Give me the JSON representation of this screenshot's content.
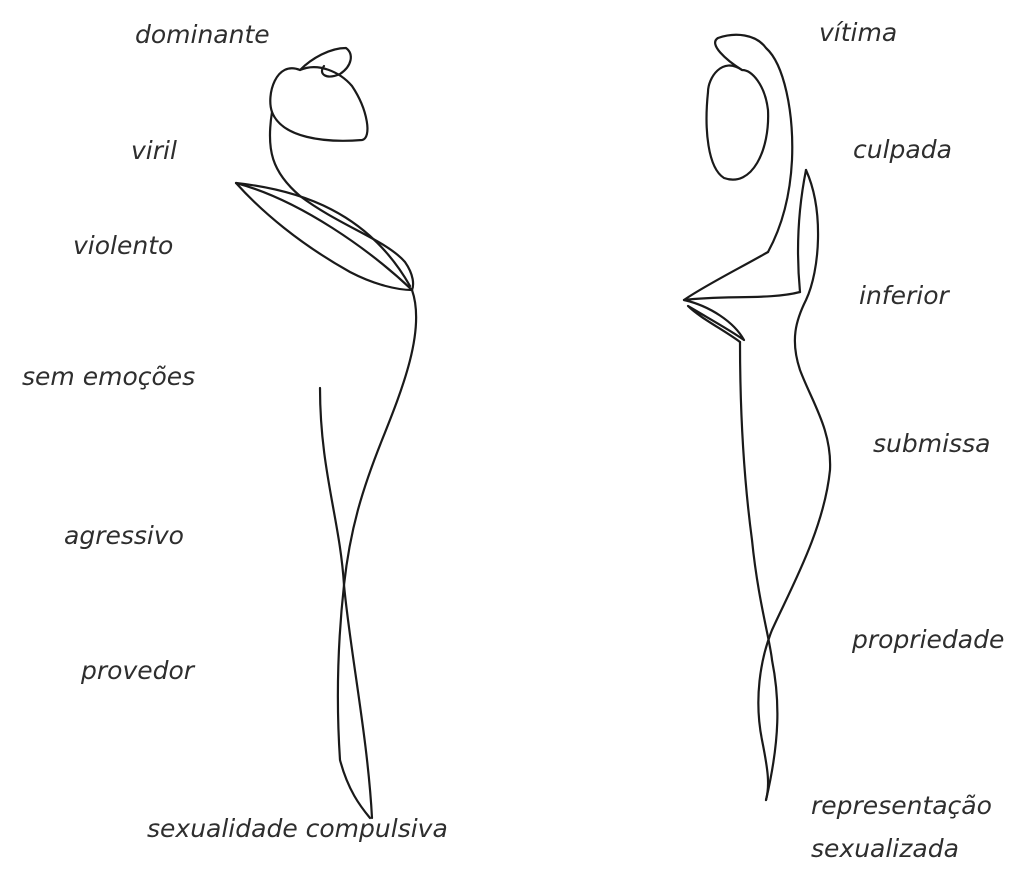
{
  "left_figure": {
    "labels": [
      "dominante",
      "viril",
      "violento",
      "sem emoções",
      "agressivo",
      "provedor",
      "sexualidade compulsiva"
    ]
  },
  "right_figure": {
    "labels": [
      "vítima",
      "culpada",
      "inferior",
      "submissa",
      "propriedade",
      "representação",
      "sexualizada"
    ]
  },
  "colors": {
    "line": "#1a1a1a",
    "text": "#2e2e2e",
    "background": "#ffffff"
  }
}
